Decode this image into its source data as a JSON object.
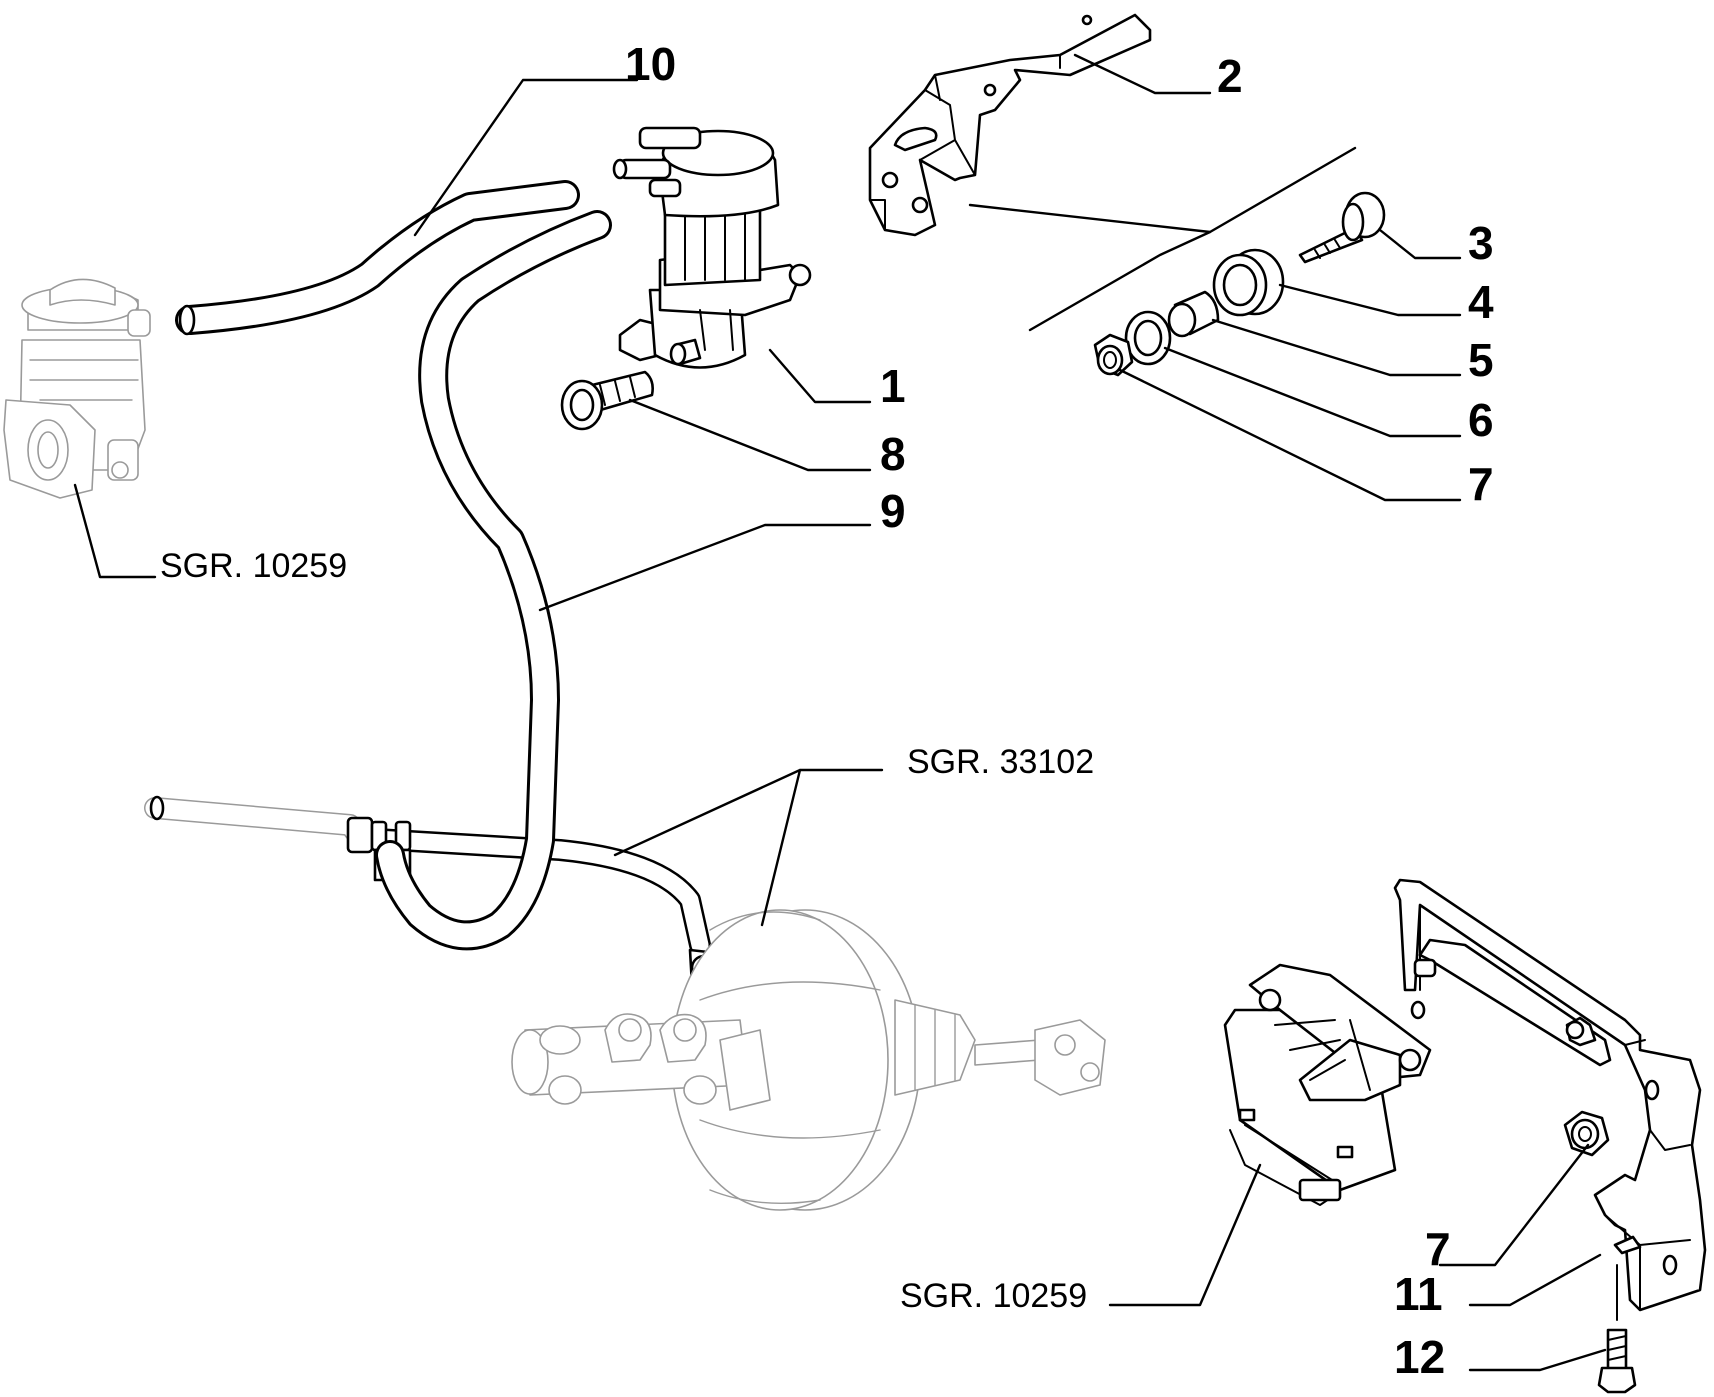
{
  "callouts": {
    "n1": "1",
    "n2": "2",
    "n3": "3",
    "n4": "4",
    "n5": "5",
    "n6": "6",
    "n7": "7",
    "n7b": "7",
    "n8": "8",
    "n9": "9",
    "n10": "10",
    "n11": "11",
    "n12": "12"
  },
  "references": {
    "left": "SGR. 10259",
    "center": "SGR. 33102",
    "bottom": "SGR. 10259"
  }
}
